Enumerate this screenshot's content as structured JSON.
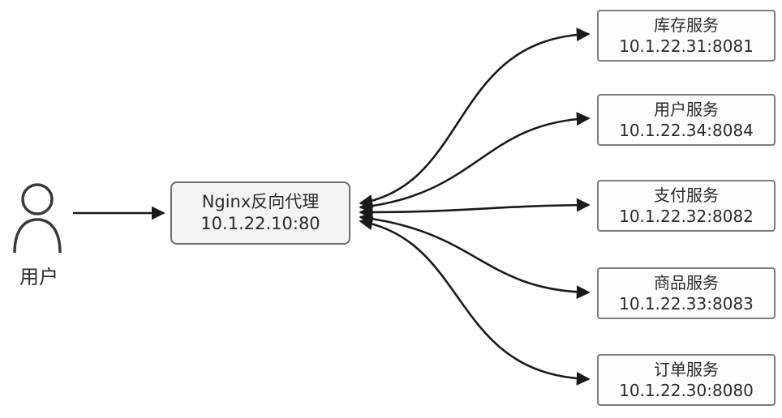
{
  "diagram": {
    "user": {
      "label": "用户"
    },
    "proxy": {
      "title": "Nginx反向代理",
      "address": "10.1.22.10:80"
    },
    "services": [
      {
        "name": "库存服务",
        "address": "10.1.22.31:8081"
      },
      {
        "name": "用户服务",
        "address": "10.1.22.34:8084"
      },
      {
        "name": "支付服务",
        "address": "10.1.22.32:8082"
      },
      {
        "name": "商品服务",
        "address": "10.1.22.33:8083"
      },
      {
        "name": "订单服务",
        "address": "10.1.22.30:8080"
      }
    ],
    "colors": {
      "arrow": "#1a1a1a",
      "proxy_fill": "#f4f4f4",
      "box_fill": "#fdfdfd",
      "box_border": "#7e7e7e"
    }
  }
}
